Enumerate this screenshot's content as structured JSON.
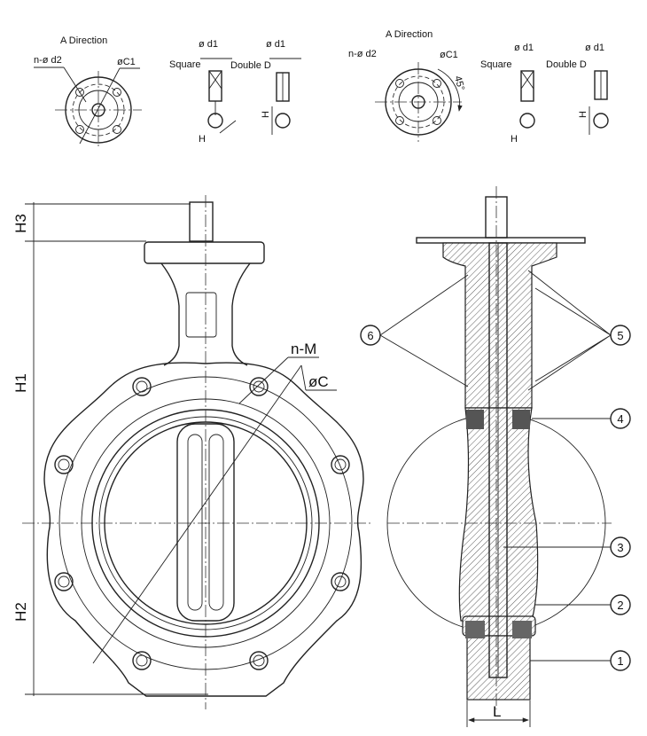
{
  "detail_views": {
    "left": {
      "title": "A  Direction",
      "holes_label": "n-ø d2",
      "circle_label": "øC1",
      "square_d1": "ø d1",
      "square_label": "Square",
      "square_h": "H",
      "double_d1": "ø d1",
      "double_label": "Double  D",
      "double_h": "H"
    },
    "right": {
      "title": "A  Direction",
      "holes_label": "n-ø d2",
      "circle_label": "øC1",
      "angle_label": "45°",
      "square_d1": "ø d1",
      "square_label": "Square",
      "square_h": "H",
      "double_d1": "ø d1",
      "double_label": "Double  D",
      "double_h": "H"
    }
  },
  "front_view": {
    "dim_h3": "H3",
    "dim_h1": "H1",
    "dim_h2": "H2",
    "label_nm": "n-M",
    "label_c": "øC"
  },
  "side_view": {
    "dim_l": "L",
    "balloons": [
      "①",
      "②",
      "③",
      "④",
      "⑤",
      "⑥"
    ],
    "balloon_numbers": [
      "1",
      "2",
      "3",
      "4",
      "5",
      "6"
    ]
  }
}
